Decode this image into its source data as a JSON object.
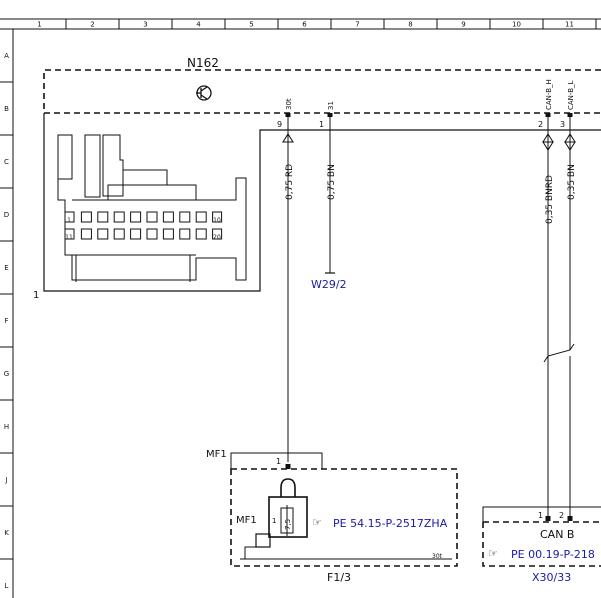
{
  "border": {
    "columns": [
      "1",
      "2",
      "3",
      "4",
      "5",
      "6",
      "7",
      "8",
      "9",
      "10",
      "11"
    ],
    "rows": [
      "A",
      "B",
      "C",
      "D",
      "E",
      "F",
      "G",
      "H",
      "J",
      "K",
      "L"
    ]
  },
  "component": {
    "ref": "N162",
    "connector_ref": "1",
    "pins": [
      {
        "pin": "9",
        "name": "30t"
      },
      {
        "pin": "1",
        "name": "31"
      },
      {
        "pin": "2",
        "name": "CAN-B_H"
      },
      {
        "pin": "3",
        "name": "CAN-B_L"
      }
    ],
    "connector_cavities_top": [
      "1",
      "10"
    ],
    "connector_cavities_bottom": [
      "11",
      "20"
    ]
  },
  "wires": [
    {
      "label": "0,75 RD"
    },
    {
      "label": "0,75 BN"
    },
    {
      "label": "0,35 BNRD"
    },
    {
      "label": "0,35 BN"
    }
  ],
  "ground": {
    "ref": "W29/2"
  },
  "fuse_block": {
    "connector": "MF1",
    "pin": "1",
    "inner_connector": "MF1",
    "inner_pin": "1",
    "fuse_rating": "7,5",
    "terminal": "30t",
    "doc_ref": "PE 54.15-P-2517ZHA",
    "ref": "F1/3"
  },
  "can": {
    "pins": [
      "1",
      "2"
    ],
    "label": "CAN B",
    "doc_ref": "PE 00.19-P-218",
    "ref": "X30/33"
  },
  "colors": {
    "line": "#111111",
    "link": "#1a1aa8"
  }
}
